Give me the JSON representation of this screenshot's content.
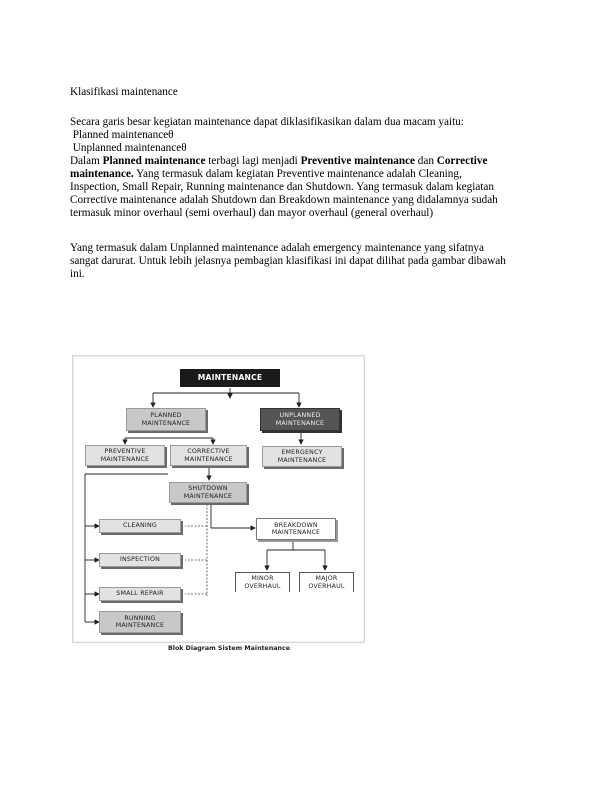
{
  "document": {
    "title": "Klasifikasi maintenance",
    "para1": {
      "intro": "Secara garis besar kegiatan maintenance dapat diklasifikasikan dalam dua macam yaitu:",
      "item1": " Planned maintenanceθ",
      "item2": " Unplanned maintenanceθ",
      "l4_a": "Dalam ",
      "l4_b": "Planned maintenance",
      "l4_c": " terbagi lagi menjadi ",
      "l4_d": "Preventive maintenance",
      "l4_e": " dan ",
      "l4_f": "Corrective",
      "l5_a": "maintenance.",
      "l5_b": " Yang termasuk dalam kegiatan Preventive maintenance adalah Cleaning,",
      "l6": "Inspection, Small Repair, Running maintenance dan Shutdown. Yang termasuk dalam kegiatan",
      "l7": "Corrective maintenance adalah Shutdown dan Breakdown maintenance yang didalamnya sudah",
      "l8": "termasuk minor overhaul (semi overhaul) dan mayor overhaul (general overhaul)"
    },
    "para2": {
      "l1": "Yang termasuk dalam Unplanned maintenance adalah emergency maintenance yang sifatnya",
      "l2": "sangat darurat. Untuk lebih jelasnya pembagian klasifikasi ini dapat dilihat pada gambar dibawah",
      "l3": "ini."
    }
  },
  "diagram": {
    "maintenance": "MAINTENANCE",
    "planned": "PLANNED\nMAINTENANCE",
    "unplanned": "UNPLANNED\nMAINTENANCE",
    "preventive": "PREVENTIVE\nMAINTENANCE",
    "corrective": "CORRECTIVE\nMAINTENANCE",
    "emergency": "EMERGENCY\nMAINTENANCE",
    "shutdown": "SHUTDOWN\nMAINTENANCE",
    "cleaning": "CLEANING",
    "breakdown": "BREAKDOWN\nMAINTENANCE",
    "inspection": "INSPECTION",
    "minor": "MINOR\nOVERHAUL",
    "major": "MAJOR\nOVERHAUL",
    "small_repair": "SMALL REPAIR",
    "running": "RUNNING\nMAINTENANCE",
    "caption": "Blok Diagram Sistem Maintenance"
  }
}
